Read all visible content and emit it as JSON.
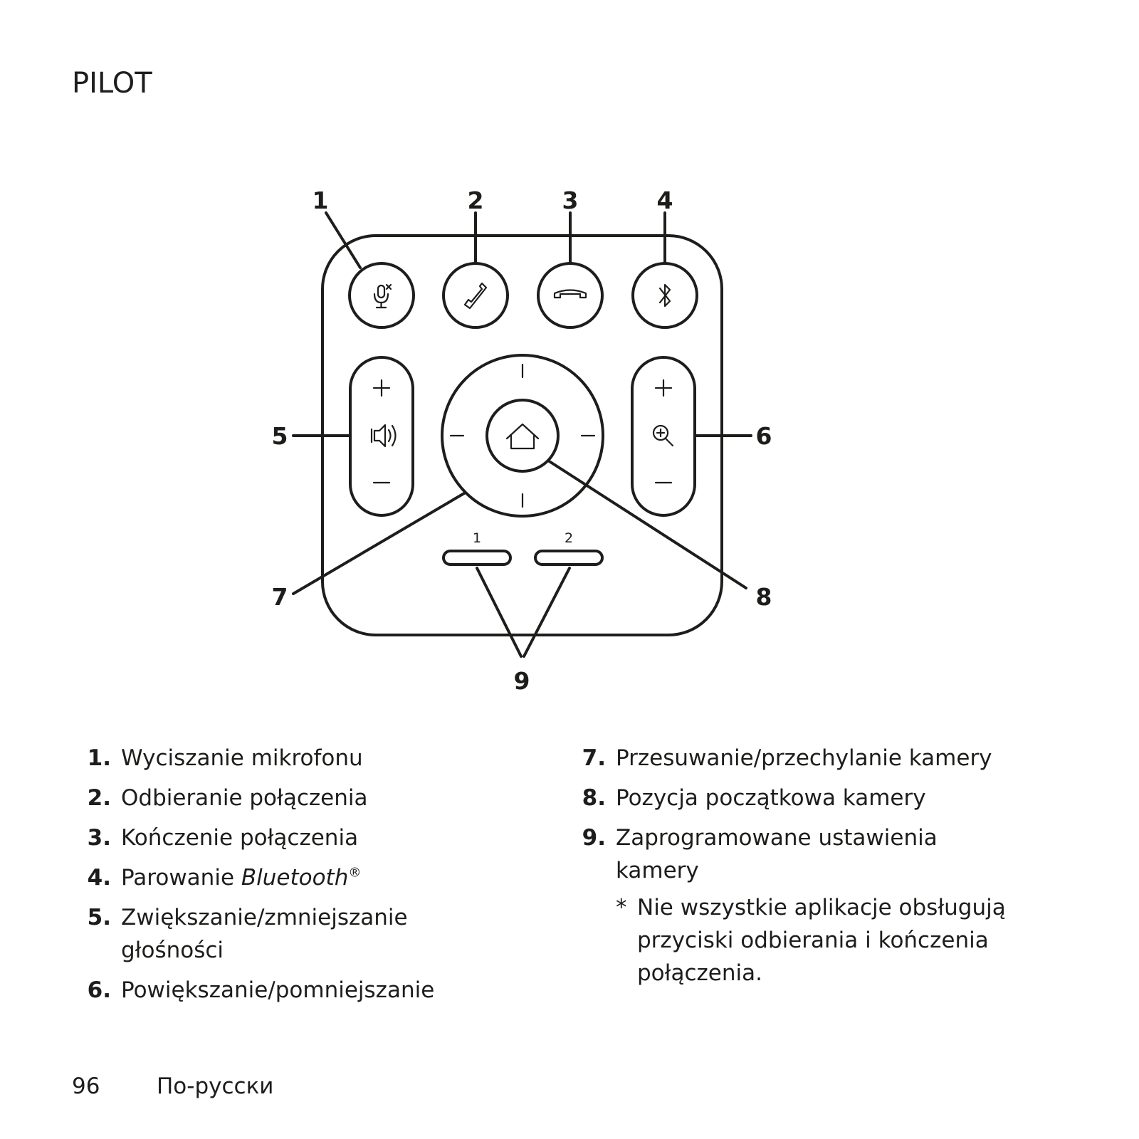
{
  "page": {
    "title": "PILOT",
    "page_number": "96",
    "language": "По-русски"
  },
  "diagram": {
    "callouts": [
      "1",
      "2",
      "3",
      "4",
      "5",
      "6",
      "7",
      "8",
      "9"
    ],
    "preset_labels": [
      "1",
      "2"
    ],
    "icons": [
      "mic-mute-icon",
      "call-answer-icon",
      "call-end-icon",
      "bluetooth-icon",
      "speaker-icon",
      "zoom-icon",
      "home-icon"
    ]
  },
  "legend": {
    "items": [
      {
        "num": "1.",
        "text": "Wyciszanie mikrofonu"
      },
      {
        "num": "2.",
        "text": "Odbieranie połączenia"
      },
      {
        "num": "3.",
        "text": "Kończenie połączenia"
      },
      {
        "num": "4.",
        "text": "Parowanie ",
        "text_italic": "Bluetooth",
        "text_sup": "®"
      },
      {
        "num": "5.",
        "text": "Zwiększanie/zmniejszanie głośności"
      },
      {
        "num": "6.",
        "text": "Powiększanie/pomniejszanie"
      },
      {
        "num": "7.",
        "text": "Przesuwanie/przechylanie kamery"
      },
      {
        "num": "8.",
        "text": "Pozycja początkowa kamery"
      },
      {
        "num": "9.",
        "text": "Zaprogramowane ustawienia kamery"
      }
    ],
    "note_marker": "*",
    "note": "Nie wszystkie aplikacje obsługują przyciski odbierania i kończenia połączenia."
  }
}
